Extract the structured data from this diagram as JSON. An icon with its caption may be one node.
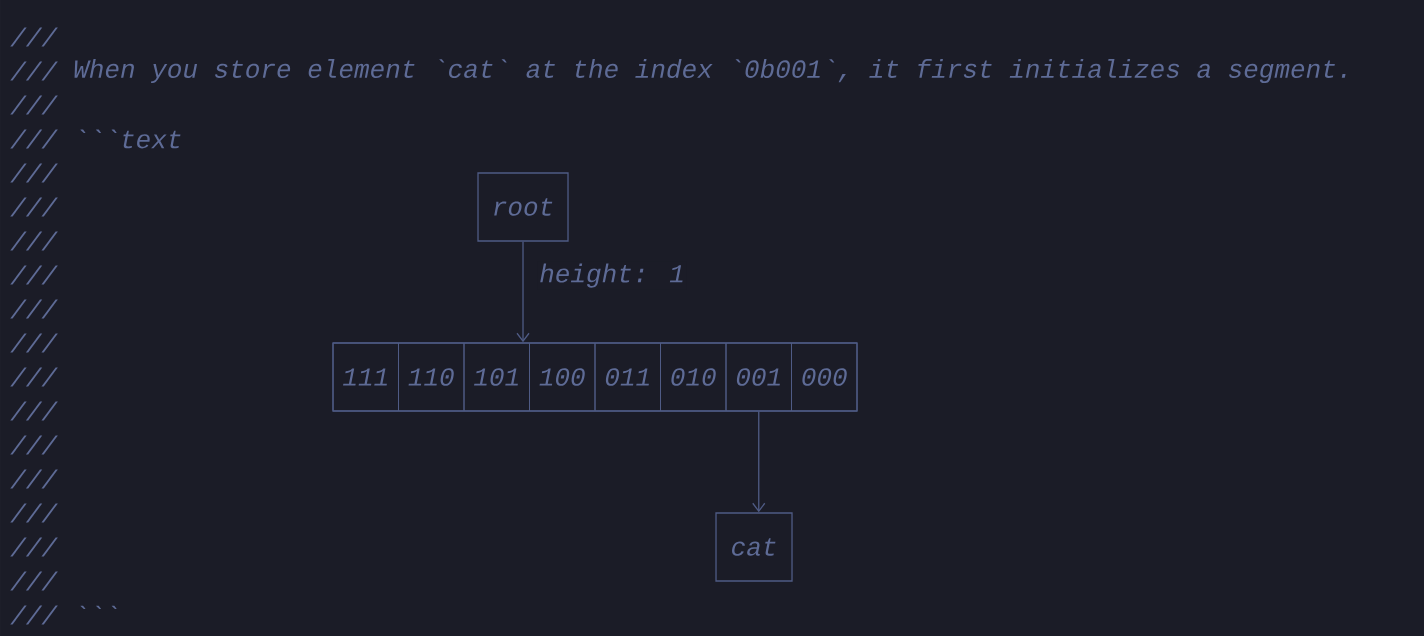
{
  "diagram": {
    "nodes": [
      {
        "text": [
          "root"
        ]
      },
      {
        "text": [],
        "shape": "box"
      },
      {
        "text": [
          "111"
        ],
        "in": 1
      },
      {
        "text": [
          "110"
        ],
        "in": 1
      },
      {
        "text": [
          "101"
        ],
        "in": 1
      },
      {
        "text": [
          "100"
        ],
        "in": 1
      },
      {
        "text": [
          "011"
        ],
        "in": 1
      },
      {
        "text": [
          "010"
        ],
        "in": 1
      },
      {
        "text": [
          "001"
        ],
        "in": 1
      },
      {
        "text": [
          "000"
        ],
        "in": 1
      },
      {
        "text": [
          "cat"
        ]
      }
    ],
    "edges": [
      {
        "from": 0,
        "to": 1,
        "arrow": "to",
        "label": "height: 1"
      },
      {
        "from": 8,
        "to": 10,
        "arrow": "to"
      }
    ],
    "labels": [
      "///",
      "///",
      "When you store element `cat` at the index `0b001`, it first initializes a segment.",
      "///",
      "///",
      "```text",
      "///",
      "///",
      "///",
      "///",
      "///",
      "///",
      "///",
      "///",
      "///",
      "///",
      "///",
      "///",
      "///",
      "///",
      "```"
    ]
  }
}
